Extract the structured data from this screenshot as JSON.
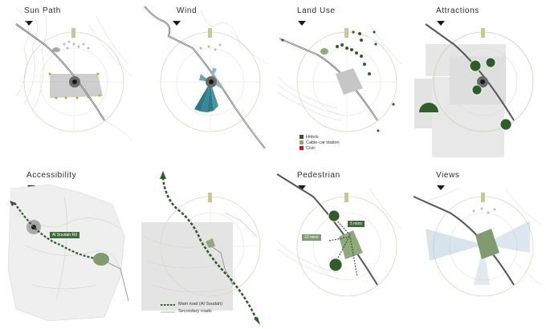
{
  "panels": [
    {
      "title": "Sun Path"
    },
    {
      "title": "Wind"
    },
    {
      "title": "Land Use"
    },
    {
      "title": "Attractions"
    },
    {
      "title": "Accessibility"
    },
    {
      "title": ""
    },
    {
      "title": "Pedestrian"
    },
    {
      "title": "Views"
    }
  ],
  "land_use_legend": [
    "Hotels",
    "Cable-car station",
    "Civic"
  ],
  "accessibility_label": "Al Soudah Rd",
  "road_legend": [
    "Main road (Al Soudah)",
    "Secondary roads"
  ],
  "pedestrian_times": [
    "5 mins",
    "10 mins"
  ],
  "colors": {
    "dark_green": "#2f5e2a",
    "light_green": "#8fa97d",
    "civic_red": "#c0172b",
    "wind_teal": "#2f7a8a",
    "sun_orange": "#d9a02a"
  }
}
